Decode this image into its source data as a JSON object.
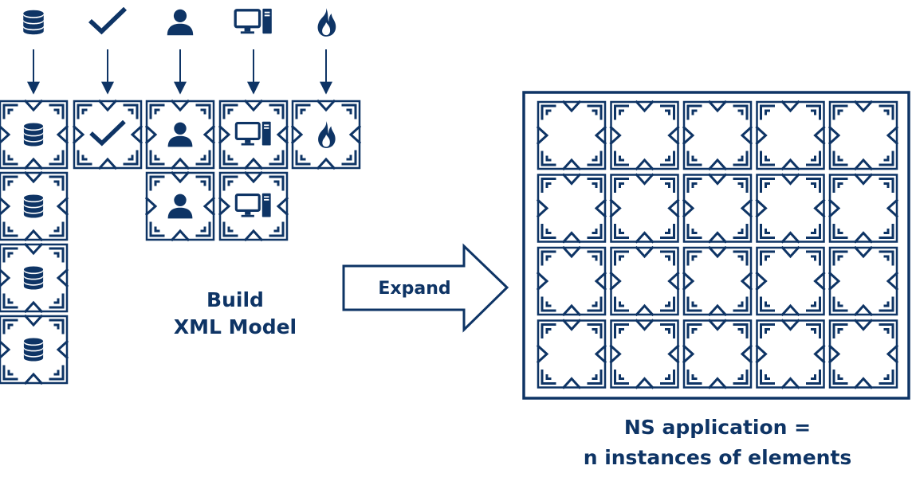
{
  "colors": {
    "primary": "#0e3465",
    "background": "#ffffff"
  },
  "source_icons": [
    {
      "name": "database-icon"
    },
    {
      "name": "checkmark-icon"
    },
    {
      "name": "user-icon"
    },
    {
      "name": "desktop-computer-icon"
    },
    {
      "name": "fire-icon"
    }
  ],
  "left_model": {
    "columns": [
      {
        "icon": "database-icon",
        "count": 4
      },
      {
        "icon": "checkmark-icon",
        "count": 1
      },
      {
        "icon": "user-icon",
        "count": 2
      },
      {
        "icon": "desktop-computer-icon",
        "count": 2
      },
      {
        "icon": "fire-icon",
        "count": 1
      }
    ]
  },
  "caption_left": {
    "line1": "Build",
    "line2": "XML Model"
  },
  "expand_arrow": {
    "label": "Expand"
  },
  "application_grid": {
    "rows": 4,
    "cols": 5
  },
  "caption_right": {
    "line1": "NS application =",
    "line2": "n instances of elements"
  }
}
